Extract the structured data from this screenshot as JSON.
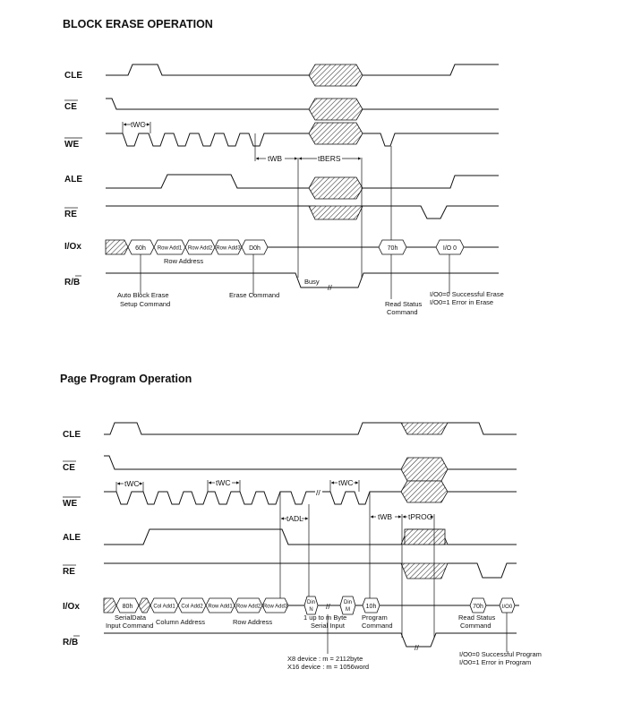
{
  "block_erase": {
    "title": "BLOCK ERASE OPERATION",
    "signals": {
      "cle": "CLE",
      "ce": "CE",
      "we": "WE",
      "ale": "ALE",
      "re": "RE",
      "io": "I/Ox",
      "rb": "R/B"
    },
    "timing": {
      "twc": "tWC",
      "twb": "tWB",
      "tbers": "tBERS"
    },
    "bus": {
      "cmd1": "60h",
      "addr1": "Row Add1",
      "addr2": "Row Add2",
      "addr3": "Row Add3",
      "cmd2": "D0h",
      "cmd3": "70h",
      "status": "I/O 0"
    },
    "notes": {
      "row_address": "Row Address",
      "busy": "Busy",
      "auto_setup_1": "Auto Block Erase",
      "auto_setup_2": "Setup Command",
      "erase_cmd": "Erase Command",
      "read_status_1": "Read Status",
      "read_status_2": "Command",
      "result_1": "I/O0=0 Successful Erase",
      "result_2": "I/O0=1 Error in Erase"
    }
  },
  "page_program": {
    "title": "Page Program Operation",
    "signals": {
      "cle": "CLE",
      "ce": "CE",
      "we": "WE",
      "ale": "ALE",
      "re": "RE",
      "io": "I/Ox",
      "rb": "R/B"
    },
    "timing": {
      "twc1": "tWC",
      "twc2": "tWC",
      "twc3": "tWC",
      "tadl": "tADL",
      "twb": "tWB",
      "tprog": "tPROG"
    },
    "bus": {
      "cmd1": "80h",
      "col1": "Col Add1",
      "col2": "Col Add2",
      "row1": "Row Add1",
      "row2": "Row Add2",
      "row3": "Row Add3",
      "din_n_1": "Din",
      "din_n_2": "N",
      "din_m_1": "Din",
      "din_m_2": "M",
      "cmd2": "10h",
      "cmd3": "70h",
      "status": "I/O0"
    },
    "notes": {
      "serial_data_1": "SerialData",
      "serial_data_2": "Input Command",
      "column_address": "Column Address",
      "row_address": "Row Address",
      "bytes_1": "1 up to m Byte",
      "bytes_2": "Serial Input",
      "program_cmd_1": "Program",
      "program_cmd_2": "Command",
      "read_status_1": "Read Status",
      "read_status_2": "Command",
      "device_1": "X8  device : m = 2112byte",
      "device_2": "X16 device : m = 1056word",
      "result_1": "I/O0=0 Successful Program",
      "result_2": "I/O0=1 Error in Program"
    }
  }
}
